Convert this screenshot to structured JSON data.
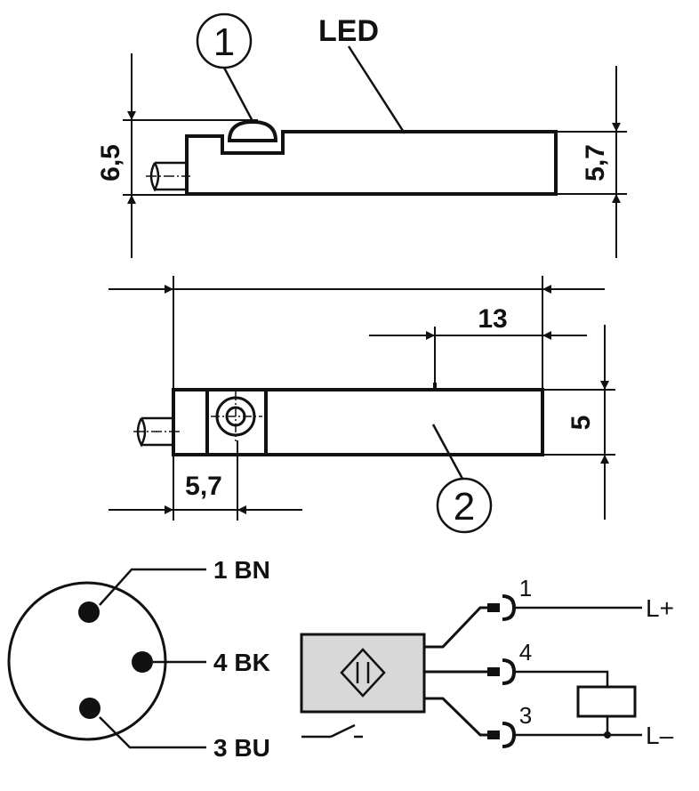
{
  "top_view": {
    "callout_number": "1",
    "led_label": "LED",
    "dim_left": "6,5",
    "dim_right": "5,7"
  },
  "side_view": {
    "dim_offset": "13",
    "dim_width": "5,7",
    "dim_height": "5",
    "callout_number": "2"
  },
  "connector": {
    "pins": [
      {
        "label": "1 BN"
      },
      {
        "label": "4 BK"
      },
      {
        "label": "3 BU"
      }
    ]
  },
  "circuit": {
    "pin_numbers": [
      "1",
      "4",
      "3"
    ],
    "supply_plus": "L+",
    "supply_minus": "L–"
  },
  "colors": {
    "line": "#111111",
    "sensor_fill": "#d8d8d8"
  }
}
